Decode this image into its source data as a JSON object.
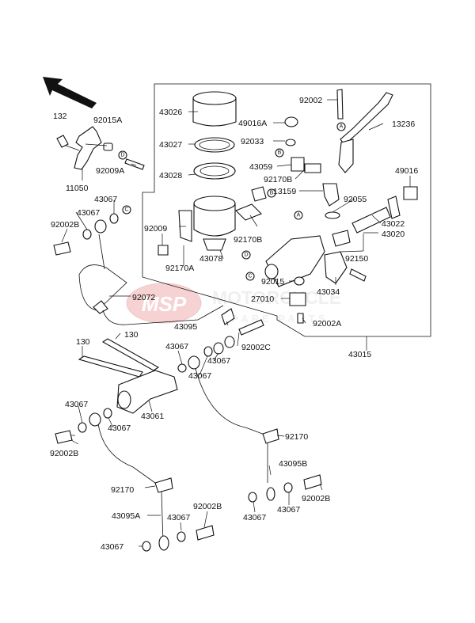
{
  "watermark": {
    "logo": "MSP",
    "line1": "MOTORCYCLE",
    "line2": "SPARE PARTS"
  },
  "ref_letters": {
    "a": "A",
    "b": "B",
    "c": "C",
    "d": "D"
  },
  "parts": {
    "p132": "132",
    "p92015A": "92015A",
    "p92009A": "92009A",
    "p11050": "11050",
    "p43026": "43026",
    "p49016A": "49016A",
    "p92002_top": "92002",
    "p13236": "13236",
    "p92033": "92033",
    "p43027": "43027",
    "p43059": "43059",
    "p43028": "43028",
    "p92170B_a": "92170B",
    "p49016": "49016",
    "p13159": "13159",
    "p92055": "92055",
    "p43067_a": "43067",
    "p43067_b": "43067",
    "p92002B_a": "92002B",
    "p92009": "92009",
    "p92170B_b": "92170B",
    "p43022": "43022",
    "p43020": "43020",
    "p43078": "43078",
    "p92170A": "92170A",
    "p92150": "92150",
    "p92015": "92015",
    "p43034": "43034",
    "p92072": "92072",
    "p27010": "27010",
    "p92002A": "92002A",
    "p43095": "43095",
    "p92002C": "92002C",
    "p43015": "43015",
    "p130_a": "130",
    "p130_b": "130",
    "p43067_c": "43067",
    "p43067_d": "43067",
    "p43067_e": "43067",
    "p43061": "43061",
    "p43067_f": "43067",
    "p92002B_b": "92002B",
    "p43067_g": "43067",
    "p92170_a": "92170",
    "p43095B": "43095B",
    "p92170_b": "92170",
    "p92002B_c": "92002B",
    "p92002B_d": "92002B",
    "p43095A": "43095A",
    "p43067_h": "43067",
    "p43067_i": "43067",
    "p43067_j": "43067",
    "p43067_k": "43067"
  }
}
